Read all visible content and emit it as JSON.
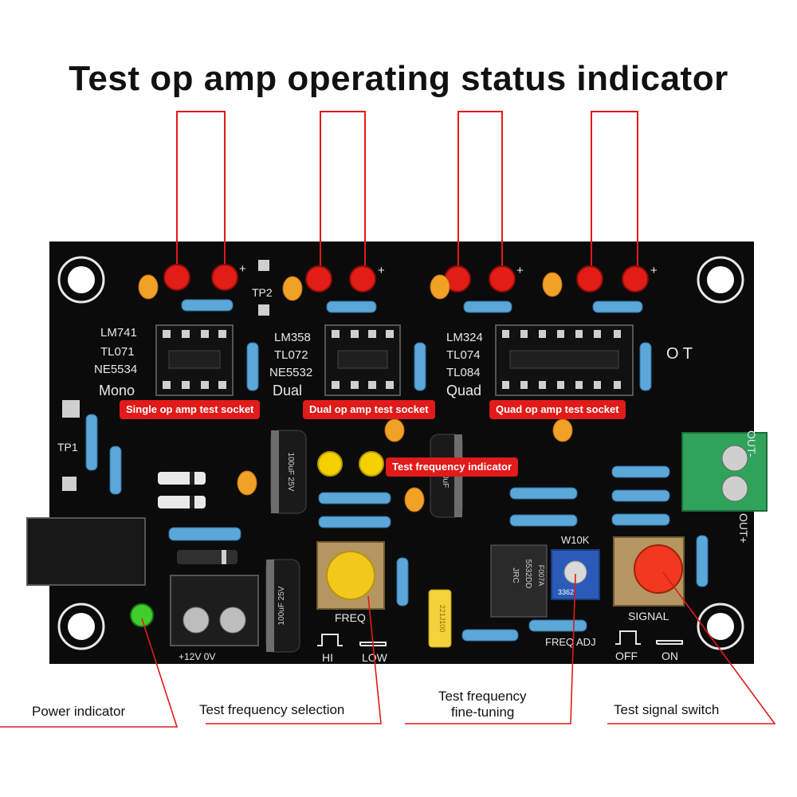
{
  "title": "Test op amp operating status indicator",
  "socket_labels": {
    "single": "Single op amp test socket",
    "dual": "Dual op amp test socket",
    "quad": "Quad op amp test socket",
    "frequency_indicator": "Test frequency indicator"
  },
  "callouts": {
    "power": "Power indicator",
    "freq_select": "Test frequency selection",
    "fine_tune_line1": "Test frequency",
    "fine_tune_line2": "fine-tuning",
    "signal_switch": "Test signal switch"
  },
  "silkscreen": {
    "mono_parts": [
      "LM741",
      "TL071",
      "NE5534"
    ],
    "mono": "Mono",
    "dual_parts": [
      "LM358",
      "TL072",
      "NE5532"
    ],
    "dual": "Dual",
    "quad_parts": [
      "LM324",
      "TL074",
      "TL084"
    ],
    "quad": "Quad",
    "tp1": "TP1",
    "tp2": "TP2",
    "ot": "O T",
    "out_minus": "OUT-",
    "out_plus": "OUT+",
    "freq": "FREQ",
    "hi": "HI",
    "low": "LOW",
    "signal": "SIGNAL",
    "off": "OFF",
    "on": "ON",
    "w10k": "W10K",
    "freq_adj": "FREQ ADJ",
    "plus": "+",
    "supply": "+12V   0V",
    "ic_marking_1": "5532DD",
    "ic_marking_2": "JRC",
    "ic_marking_3": "F007A",
    "cap_1": "100uF 25V",
    "cap_2": "100uF",
    "cap_3": "100uF 25V",
    "film_cap": "221J100",
    "pot": "3362"
  },
  "colors": {
    "pcb": "#0b0b0b",
    "pad": "#cfcfcf",
    "led_red": "#e21c16",
    "led_yellow": "#f5d000",
    "led_green": "#3fcf2c",
    "accent": "#e11a1a",
    "terminal_green": "#2fa35a",
    "button_yellow": "#f2c81c",
    "button_red": "#f0391e"
  }
}
